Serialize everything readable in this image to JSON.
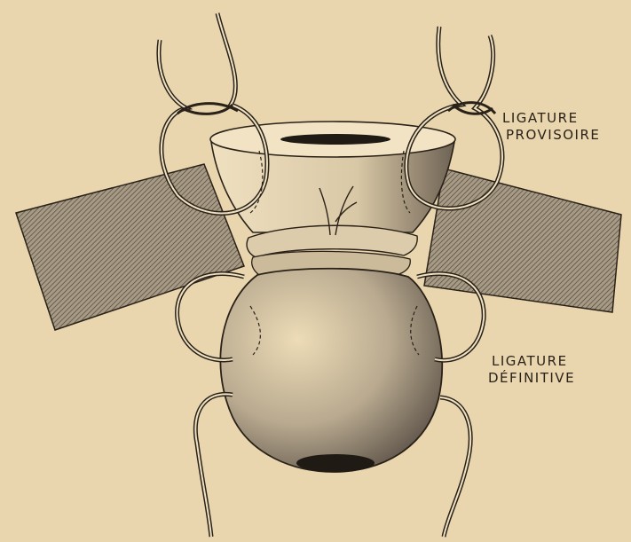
{
  "labels": {
    "provisoire": {
      "line1": "LIGATURE",
      "line2": "PROVISOIRE"
    },
    "definitive": {
      "line1": "LIGATURE",
      "line2": "DÉFINITIVE"
    }
  },
  "colors": {
    "paper": "#e9d6ae",
    "ink": "#2a2218",
    "band_hatch": "#6b5f4f"
  }
}
